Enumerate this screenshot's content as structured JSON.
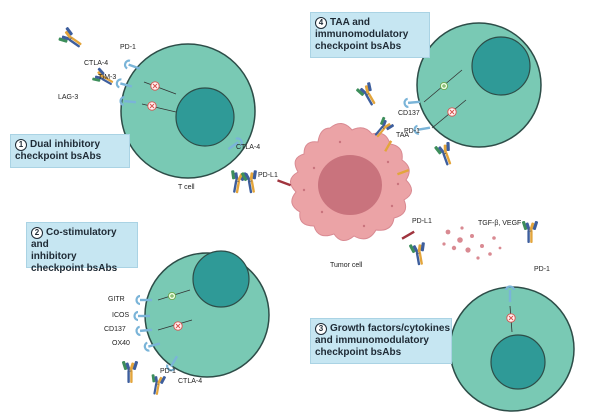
{
  "panels": [
    {
      "number": "1",
      "title": [
        "Dual inhibitory",
        "checkpoint bsAbs"
      ]
    },
    {
      "number": "2",
      "title": [
        "Co-stimulatory and",
        "inhibitory",
        "checkpoint bsAbs"
      ]
    },
    {
      "number": "3",
      "title": [
        "Growth factors/cytokines",
        "and immunomodulatory",
        "checkpoint bsAbs"
      ]
    },
    {
      "number": "4",
      "title": [
        "TAA and",
        "immunomodulatory",
        "checkpoint bsAbs"
      ]
    }
  ],
  "labels": {
    "t_cell": "T cell",
    "tumor_cell": "Tumor cell",
    "pd1": "PD-1",
    "ctla4": "CTLA-4",
    "tim3": "TIM-3",
    "lag3": "LAG-3",
    "pdl1": "PD-L1",
    "taa": "TAA",
    "cd137": "CD137",
    "gitr": "GITR",
    "icos": "ICOS",
    "ox40": "OX40",
    "growth_factors": "TGF-β, VEGF"
  },
  "colors": {
    "cell_fill": "#79c9b4",
    "cell_stroke": "#2d4d48",
    "nucleus_fill": "#2f9a97",
    "tumor_fill": "#eba3a6",
    "tumor_nucleus": "#c9737d",
    "antibody_green": "#3d8e5b",
    "antibody_blue": "#3d5e9d",
    "antibody_orange": "#e3a53c",
    "box_fill": "#c6e6f2"
  }
}
